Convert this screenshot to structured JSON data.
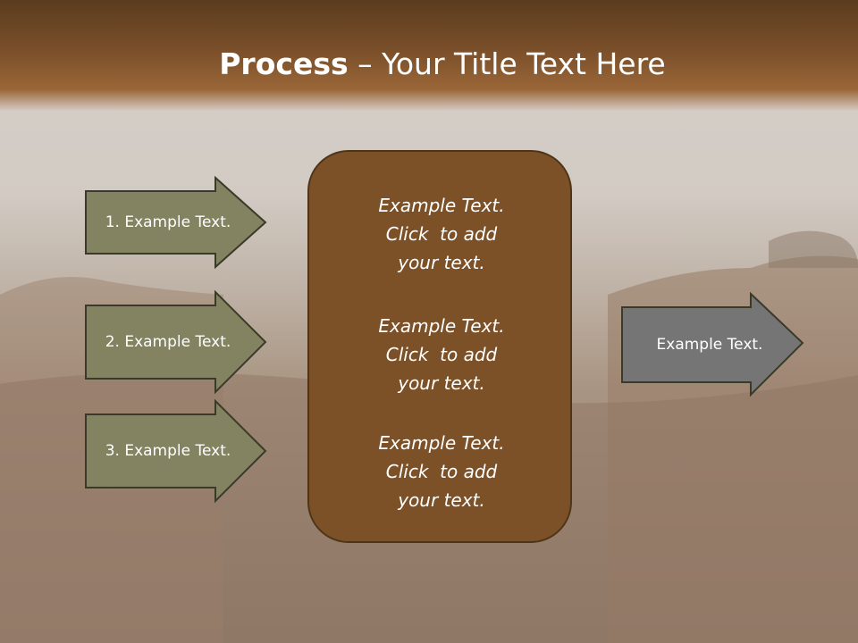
{
  "title": {
    "bold": "Process",
    "rest": " – Your Title Text Here"
  },
  "left_arrows": [
    {
      "label": "1. Example Text."
    },
    {
      "label": "2. Example Text."
    },
    {
      "label": "3. Example Text."
    }
  ],
  "center_box": {
    "blocks": [
      {
        "line1": "Example Text.",
        "line2": "Click  to add",
        "line3": "your text."
      },
      {
        "line1": "Example Text.",
        "line2": "Click  to add",
        "line3": "your text."
      },
      {
        "line1": "Example Text.",
        "line2": "Click  to add",
        "line3": "your text."
      }
    ]
  },
  "right_arrow": {
    "label": "Example Text."
  },
  "colors": {
    "header_dark": "#5a3c1e",
    "header_light": "#9a6637",
    "left_arrow_fill": "#838361",
    "center_box_fill": "#7d5128",
    "right_arrow_fill": "#767575",
    "outline": "#3a3a2a"
  }
}
